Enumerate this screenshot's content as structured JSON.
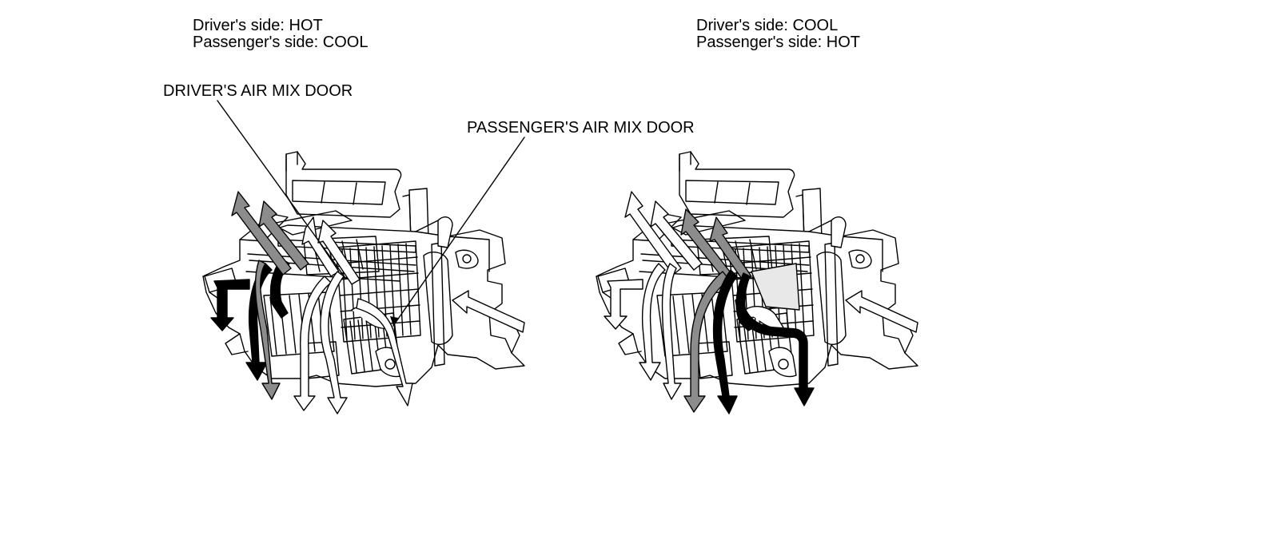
{
  "left_panel": {
    "mode_line1": "Driver's side: HOT",
    "mode_line2": "Passenger's side: COOL"
  },
  "right_panel": {
    "mode_line1": "Driver's side: COOL",
    "mode_line2": "Passenger's side: HOT"
  },
  "callouts": {
    "driver_door": "DRIVER'S AIR MIX DOOR",
    "passenger_door": "PASSENGER'S AIR MIX DOOR"
  },
  "colors": {
    "hot_arrow": "#000000",
    "mixed_arrow": "#8c8c8c",
    "cool_arrow": "#ffffff",
    "outline": "#000000"
  }
}
